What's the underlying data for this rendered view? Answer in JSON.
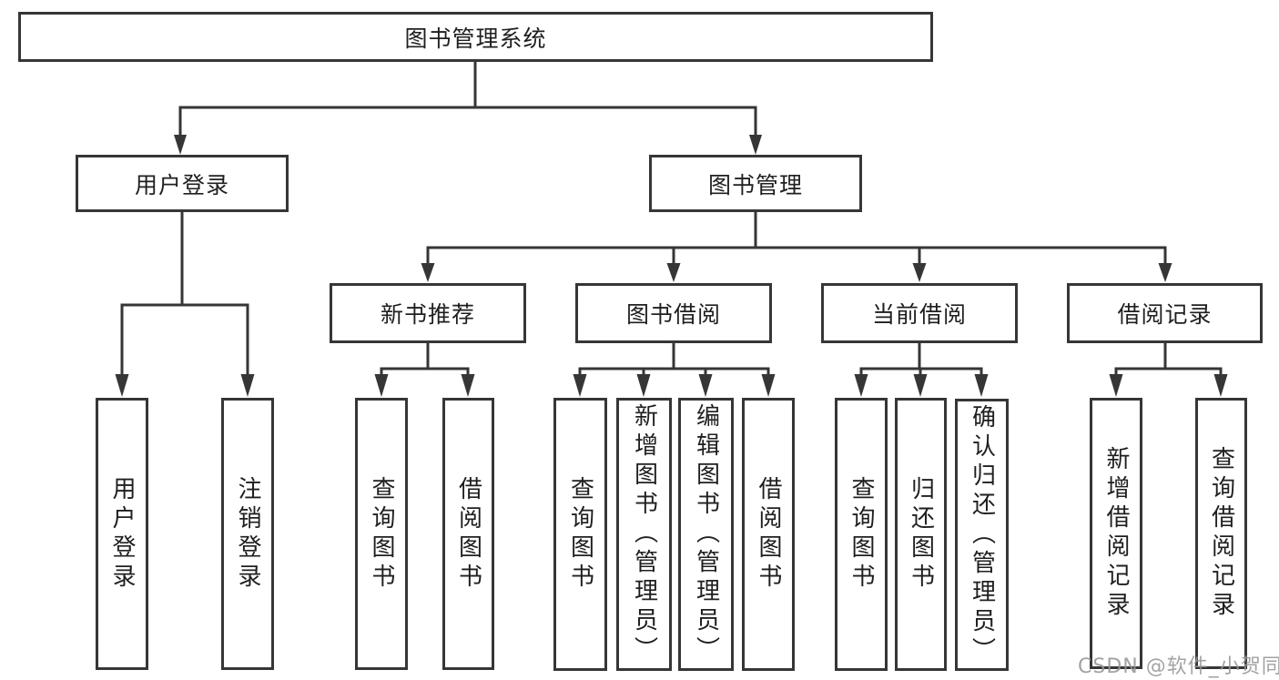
{
  "title": "图书管理系统",
  "watermark": "CSDN @软件_小贺同学",
  "colors": {
    "background": "#ffffff",
    "box_border": "#363636",
    "connector_line": "#363636",
    "text": "#1f1f1f",
    "watermark": "#969696"
  },
  "tree": {
    "label": "图书管理系统",
    "children": [
      {
        "label": "用户登录",
        "children": [
          {
            "label": "用户登录"
          },
          {
            "label": "注销登录"
          }
        ]
      },
      {
        "label": "图书管理",
        "children": [
          {
            "label": "新书推荐",
            "children": [
              {
                "label": "查询图书"
              },
              {
                "label": "借阅图书"
              }
            ]
          },
          {
            "label": "图书借阅",
            "children": [
              {
                "label": "查询图书"
              },
              {
                "label": "新增图书（管理员）"
              },
              {
                "label": "编辑图书（管理员）"
              },
              {
                "label": "借阅图书"
              }
            ]
          },
          {
            "label": "当前借阅",
            "children": [
              {
                "label": "查询图书"
              },
              {
                "label": "归还图书"
              },
              {
                "label": "确认归还（管理员）"
              }
            ]
          },
          {
            "label": "借阅记录",
            "children": [
              {
                "label": "新增借阅记录"
              },
              {
                "label": "查询借阅记录"
              }
            ]
          }
        ]
      }
    ]
  }
}
